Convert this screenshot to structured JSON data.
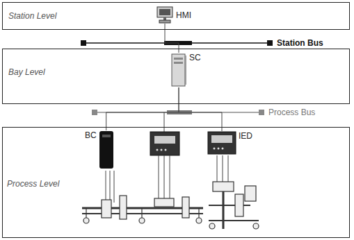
{
  "diagram": {
    "nodes": [
      {
        "text": [
          "Station Level"
        ]
      },
      {
        "text": [
          "HMI"
        ],
        "in": 0
      },
      {
        "text": [
          "Bay Level"
        ]
      },
      {
        "text": [
          "SC"
        ],
        "in": 2
      },
      {
        "text": [
          "Process Level"
        ]
      },
      {
        "text": [
          "BC"
        ],
        "in": 4
      },
      {
        "text": [
          "IED"
        ],
        "in": 4
      }
    ],
    "edges": [
      {
        "from": 1,
        "to": 3,
        "arrow": "none"
      },
      {
        "from": 3,
        "to": 5,
        "arrow": "none"
      },
      {
        "from": 3,
        "to": 6,
        "arrow": "none"
      }
    ],
    "labels": [
      "Station Bus",
      "Process Bus"
    ]
  }
}
